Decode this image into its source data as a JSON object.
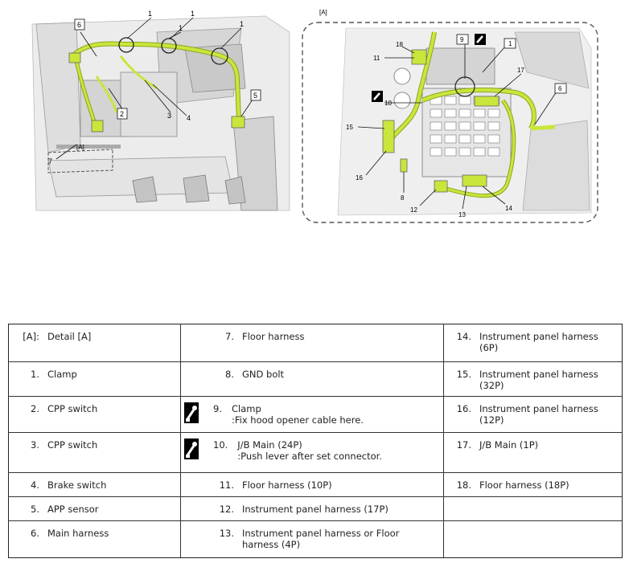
{
  "figure": {
    "callouts_left": [
      "1",
      "1",
      "1",
      "1",
      "6",
      "2",
      "3",
      "4",
      "5",
      "7",
      "[A]"
    ],
    "detail_label": "[A]",
    "callouts_right": [
      "18",
      "11",
      "9",
      "1",
      "17",
      "10",
      "6",
      "15",
      "16",
      "8",
      "12",
      "13",
      "14"
    ]
  },
  "legend": {
    "rows": [
      [
        {
          "num": "[A]:",
          "text": "Detail [A]"
        },
        {
          "num": "7.",
          "text": "Floor harness"
        },
        {
          "num": "14.",
          "text": "Instrument panel harness",
          "text2": "(6P)"
        }
      ],
      [
        {
          "num": "1.",
          "text": "Clamp"
        },
        {
          "num": "8.",
          "text": "GND bolt"
        },
        {
          "num": "15.",
          "text": "Instrument panel harness",
          "text2": "(32P)"
        }
      ],
      [
        {
          "num": "2.",
          "text": "CPP switch"
        },
        {
          "num": "9.",
          "text": "Clamp",
          "text2": ":Fix hood opener cable here.",
          "icon": "tightening-tool-icon"
        },
        {
          "num": "16.",
          "text": "Instrument panel harness",
          "text2": "(12P)"
        }
      ],
      [
        {
          "num": "3.",
          "text": "CPP switch"
        },
        {
          "num": "10.",
          "text": "J/B Main (24P)",
          "text2": ":Push lever after set connector.",
          "icon": "tightening-tool-icon"
        },
        {
          "num": "17.",
          "text": "J/B Main (1P)"
        }
      ],
      [
        {
          "num": "4.",
          "text": "Brake switch"
        },
        {
          "num": "11.",
          "text": "Floor harness (10P)"
        },
        {
          "num": "18.",
          "text": "Floor harness (18P)"
        }
      ],
      [
        {
          "num": "5.",
          "text": "APP sensor"
        },
        {
          "num": "12.",
          "text": "Instrument panel harness (17P)"
        },
        {
          "num": "",
          "text": ""
        }
      ],
      [
        {
          "num": "6.",
          "text": "Main harness"
        },
        {
          "num": "13.",
          "text": "Instrument panel harness or Floor",
          "text2": "harness (4P)"
        },
        {
          "num": "",
          "text": ""
        }
      ]
    ]
  },
  "colors": {
    "harness": "#c8e63c",
    "harness_dark": "#8aa61c",
    "line": "#222222",
    "dash": "#555555"
  }
}
